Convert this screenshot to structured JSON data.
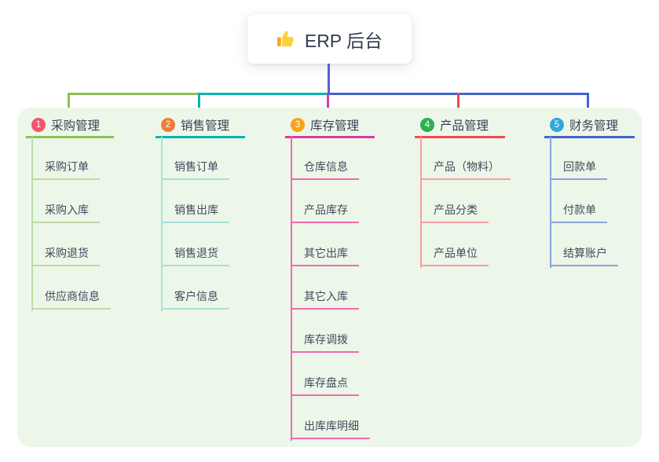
{
  "root": {
    "label": "ERP 后台",
    "icon": "thumbs-up-icon"
  },
  "colors": {
    "canvas_bg": "#ffffff",
    "panel_bg": "#edf7e9",
    "root_connector": "#5065d2",
    "topic_text": "#3a4156",
    "item_text": "#414a5c"
  },
  "branches": [
    {
      "num": "1",
      "label": "采购管理",
      "badge_color": "#f05569",
      "line_color": "#8cc050",
      "tint_color": "#bcdca6",
      "children": [
        "采购订单",
        "采购入库",
        "采购退货",
        "供应商信息"
      ]
    },
    {
      "num": "2",
      "label": "销售管理",
      "badge_color": "#ef7c3b",
      "line_color": "#0ab4b0",
      "tint_color": "#a8e0da",
      "children": [
        "销售订单",
        "销售出库",
        "销售退货",
        "客户信息"
      ]
    },
    {
      "num": "3",
      "label": "库存管理",
      "badge_color": "#f6a41c",
      "line_color": "#d63c9f",
      "tint_color": "#f069ae",
      "children": [
        "仓库信息",
        "产品库存",
        "其它出库",
        "其它入库",
        "库存调拨",
        "库存盘点",
        "出库库明细"
      ]
    },
    {
      "num": "4",
      "label": "产品管理",
      "badge_color": "#2cb14e",
      "line_color": "#f5474e",
      "tint_color": "#f79da1",
      "children": [
        "产品（物料）",
        "产品分类",
        "产品单位"
      ]
    },
    {
      "num": "5",
      "label": "财务管理",
      "badge_color": "#2fa9dc",
      "line_color": "#4164cf",
      "tint_color": "#8ba3dd",
      "children": [
        "回款单",
        "付款单",
        "结算账户"
      ]
    }
  ]
}
